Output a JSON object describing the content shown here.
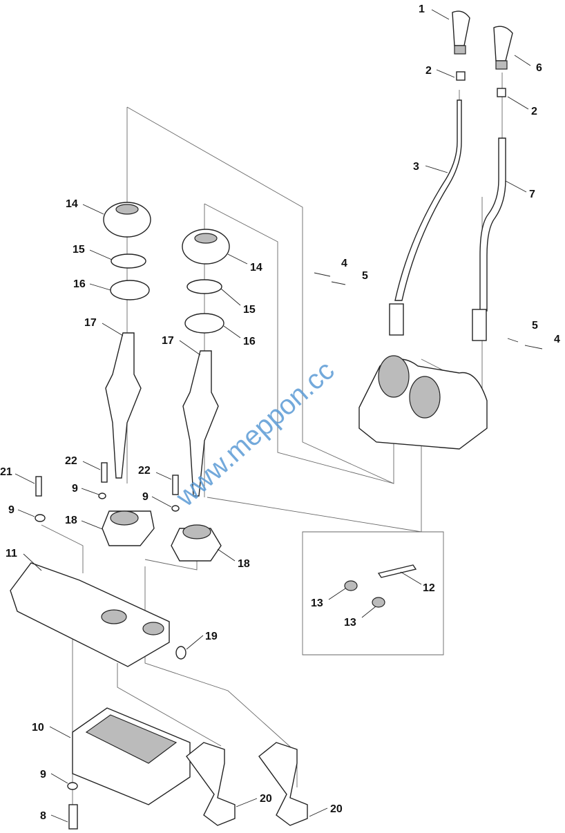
{
  "watermark": "www.meppon.cc",
  "callouts": [
    "1",
    "6",
    "2",
    "2",
    "3",
    "7",
    "14",
    "14",
    "15",
    "15",
    "16",
    "16",
    "17",
    "17",
    "4",
    "5",
    "5",
    "4",
    "22",
    "22",
    "21",
    "9",
    "9",
    "9",
    "18",
    "18",
    "11",
    "12",
    "13",
    "13",
    "19",
    "10",
    "9",
    "8",
    "20",
    "20"
  ]
}
